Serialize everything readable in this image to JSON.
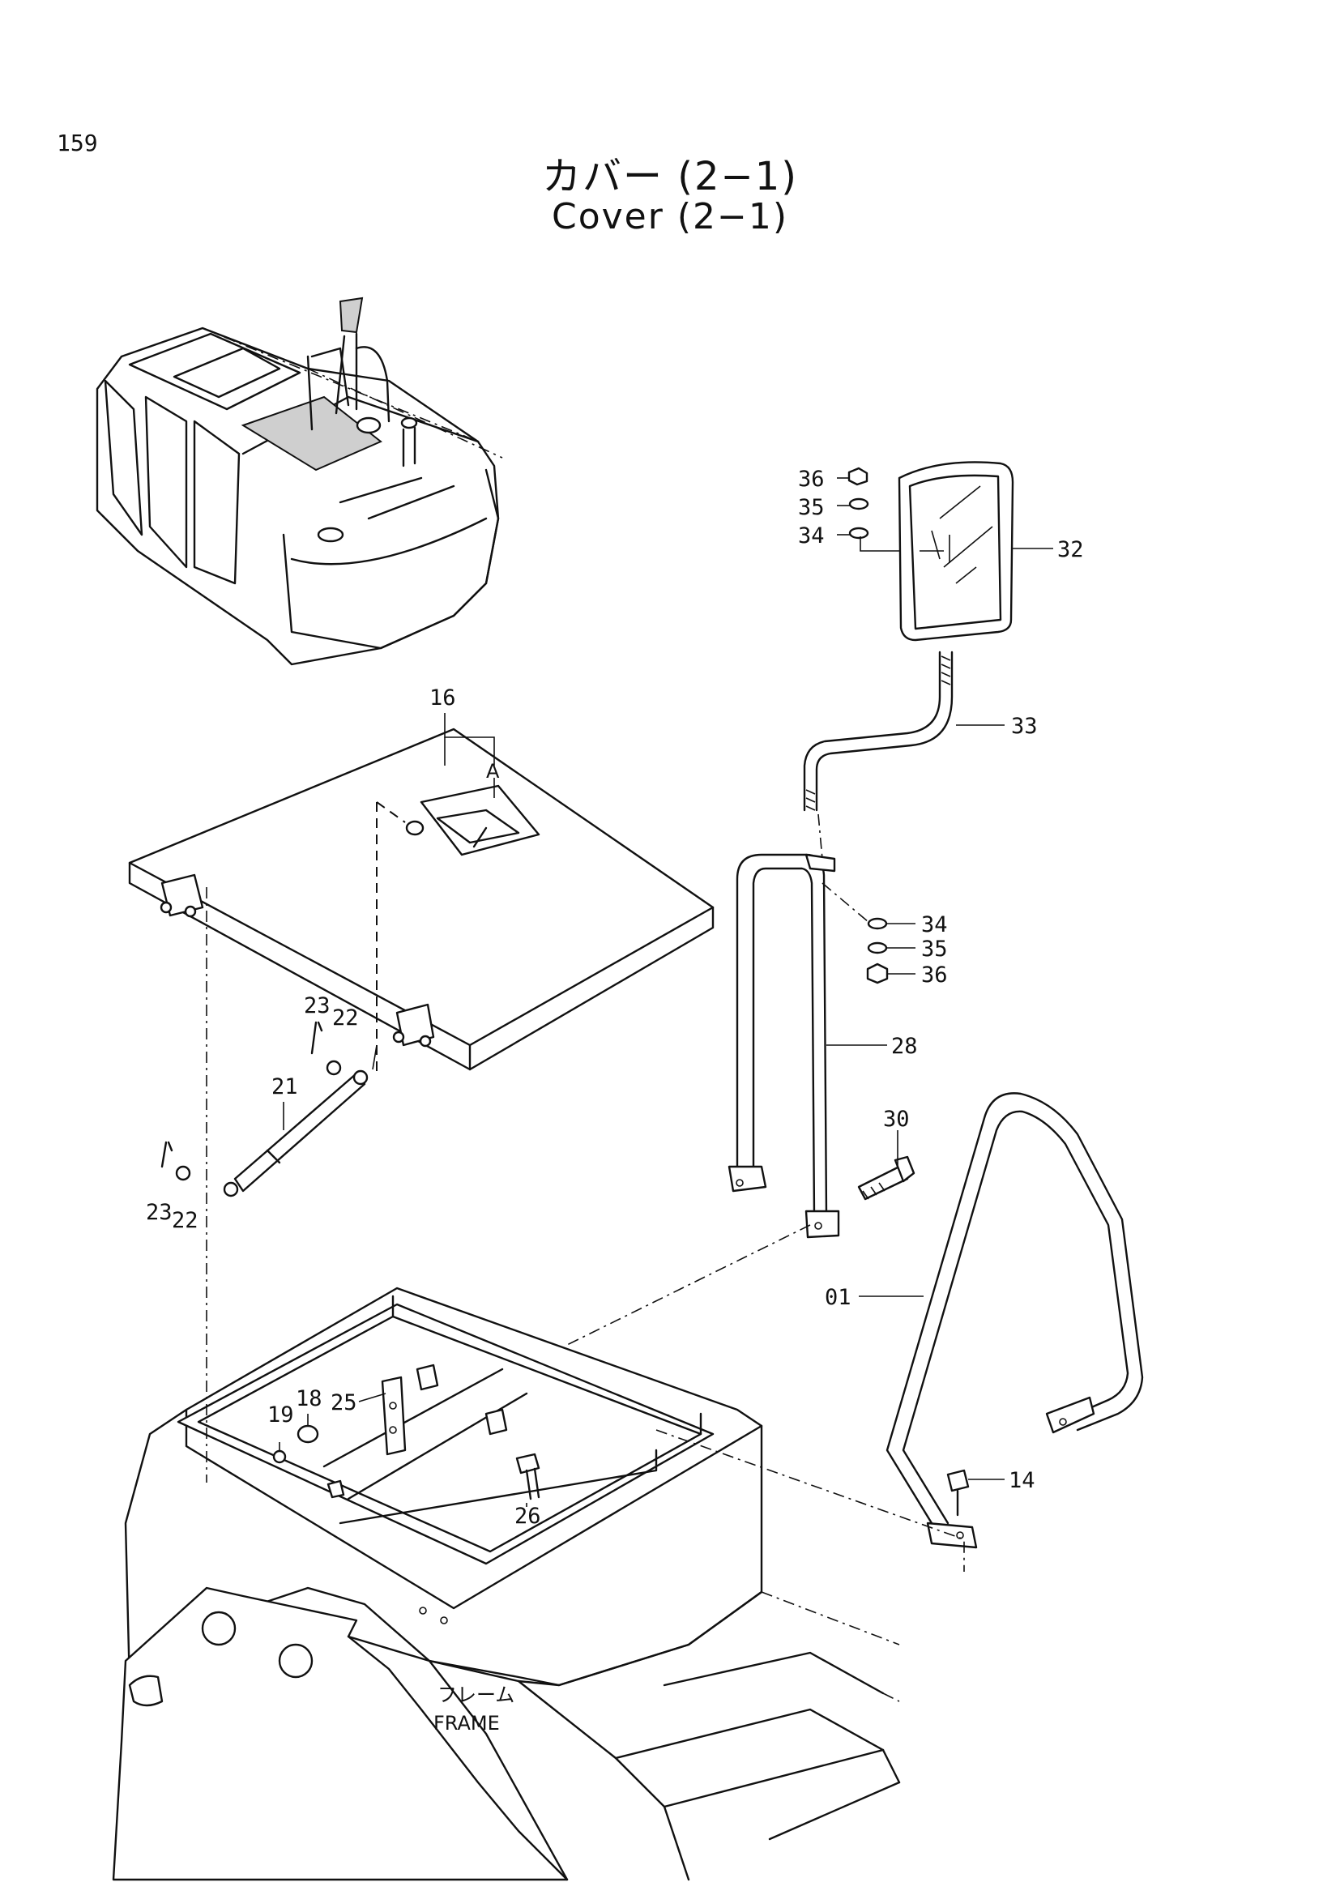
{
  "page_number": "159",
  "title_ja": "カバー (2−1)",
  "title_en": "Cover (2−1)",
  "frame_label_ja": "フレーム",
  "frame_label_en": "FRAME",
  "detail_marker": "A",
  "callouts": {
    "p36a": "36",
    "p35a": "35",
    "p34a": "34",
    "p32": "32",
    "p16": "16",
    "p33": "33",
    "p34b": "34",
    "p35b": "35",
    "p36b": "36",
    "p28": "28",
    "p23a": "23",
    "p22a": "22",
    "p21": "21",
    "p23b": "23",
    "p22b": "22",
    "p30": "30",
    "p01": "01",
    "p18": "18",
    "p19": "19",
    "p25": "25",
    "p26": "26",
    "p14": "14"
  }
}
